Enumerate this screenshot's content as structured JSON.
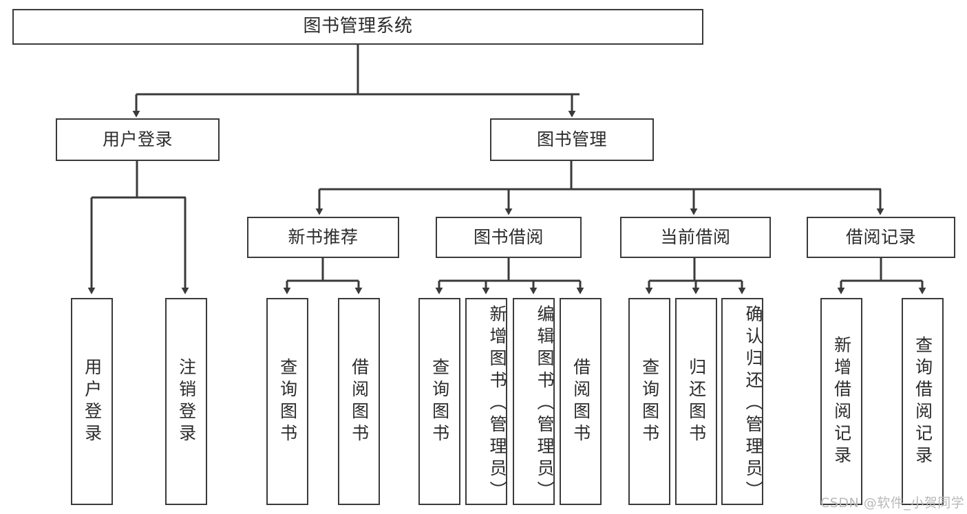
{
  "diagram": {
    "title": "图书管理系统",
    "type": "tree-hierarchy",
    "watermark": "CSDN @软件_小贺同学",
    "colors": {
      "stroke": "#3a3a3a",
      "text": "#2b2b2b",
      "background": "#ffffff",
      "watermark": "#b9b9b9"
    },
    "nodes": {
      "root": {
        "label": "图书管理系统"
      },
      "level1": [
        {
          "id": "user-login",
          "label": "用户登录"
        },
        {
          "id": "book-manage",
          "label": "图书管理"
        }
      ],
      "level2": [
        {
          "id": "new-book-recommend",
          "label": "新书推荐"
        },
        {
          "id": "book-borrow",
          "label": "图书借阅"
        },
        {
          "id": "current-borrow",
          "label": "当前借阅"
        },
        {
          "id": "borrow-record",
          "label": "借阅记录"
        }
      ],
      "leaves": {
        "user_login": [
          {
            "id": "leaf-user-login",
            "label": "用户登录"
          },
          {
            "id": "leaf-logout",
            "label": "注销登录"
          }
        ],
        "new_book_recommend": [
          {
            "id": "leaf-query-book-1",
            "label": "查询图书"
          },
          {
            "id": "leaf-borrow-book-1",
            "label": "借阅图书"
          }
        ],
        "book_borrow": [
          {
            "id": "leaf-query-book-2",
            "label": "查询图书"
          },
          {
            "id": "leaf-add-book",
            "label": "新增图书（管理员）"
          },
          {
            "id": "leaf-edit-book",
            "label": "编辑图书（管理员）"
          },
          {
            "id": "leaf-borrow-book-2",
            "label": "借阅图书"
          }
        ],
        "current_borrow": [
          {
            "id": "leaf-query-book-3",
            "label": "查询图书"
          },
          {
            "id": "leaf-return-book",
            "label": "归还图书"
          },
          {
            "id": "leaf-confirm-return",
            "label": "确认归还（管理员）"
          }
        ],
        "borrow_record": [
          {
            "id": "leaf-add-record",
            "label": "新增借阅记录"
          },
          {
            "id": "leaf-query-record",
            "label": "查询借阅记录"
          }
        ]
      }
    }
  }
}
